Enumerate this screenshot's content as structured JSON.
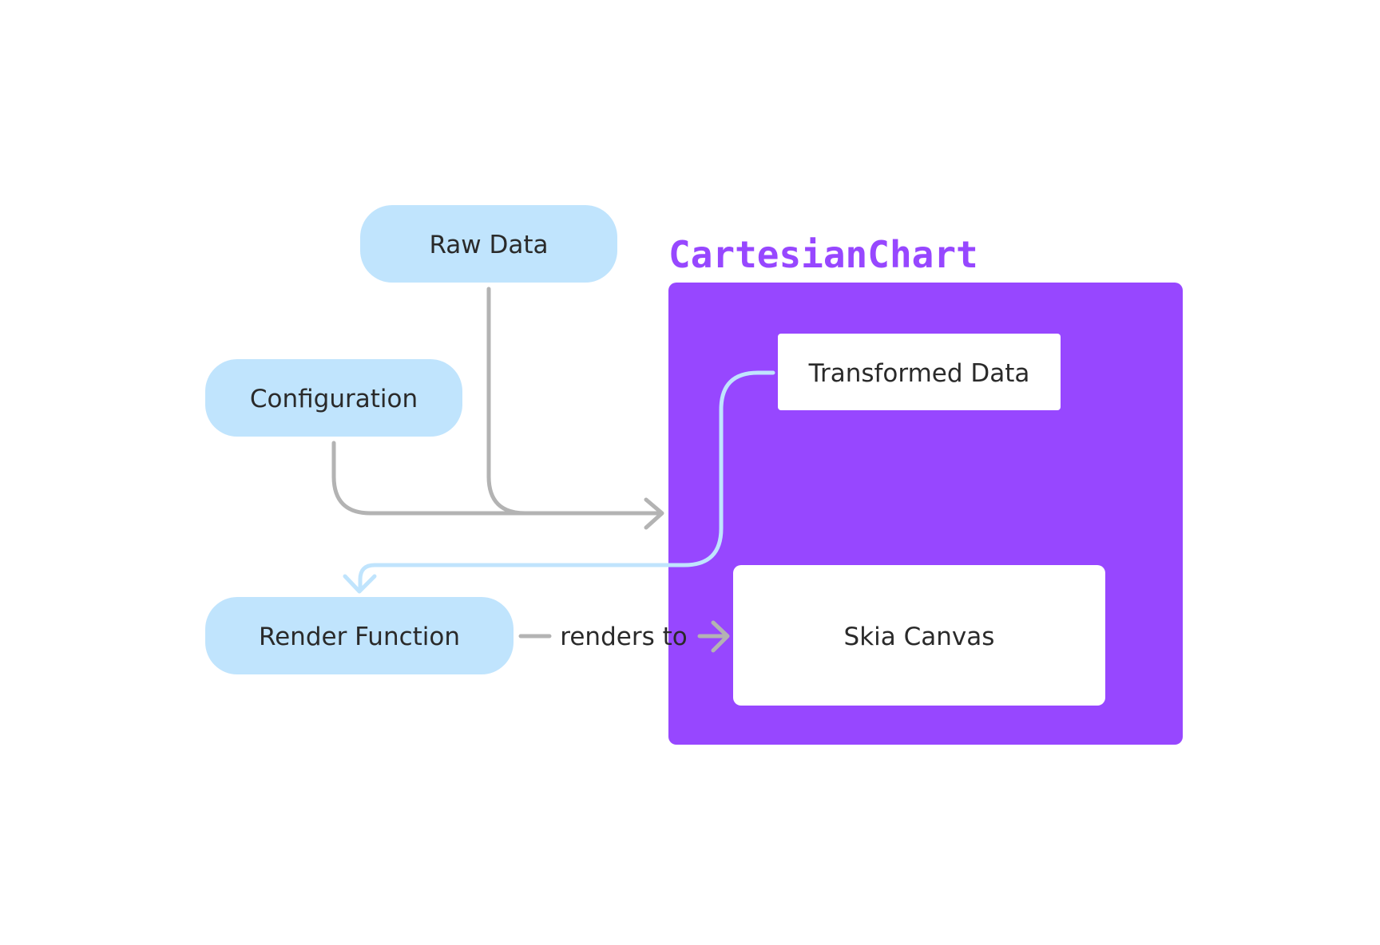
{
  "colors": {
    "background": "#ffffff",
    "input_node_fill": "#c0e4fd",
    "container_fill": "#9747ff",
    "container_title": "#9747ff",
    "inner_node_fill": "#ffffff",
    "gray_edge": "#b3b3b3",
    "blue_edge": "#c0e4fd",
    "text": "#2a2a2a"
  },
  "nodes": {
    "raw_data": "Raw Data",
    "configuration": "Configuration",
    "render_function": "Render Function",
    "transformed_data": "Transformed Data",
    "skia_canvas": "Skia Canvas"
  },
  "container": {
    "title": "CartesianChart"
  },
  "edges": {
    "render_label": "renders to"
  }
}
